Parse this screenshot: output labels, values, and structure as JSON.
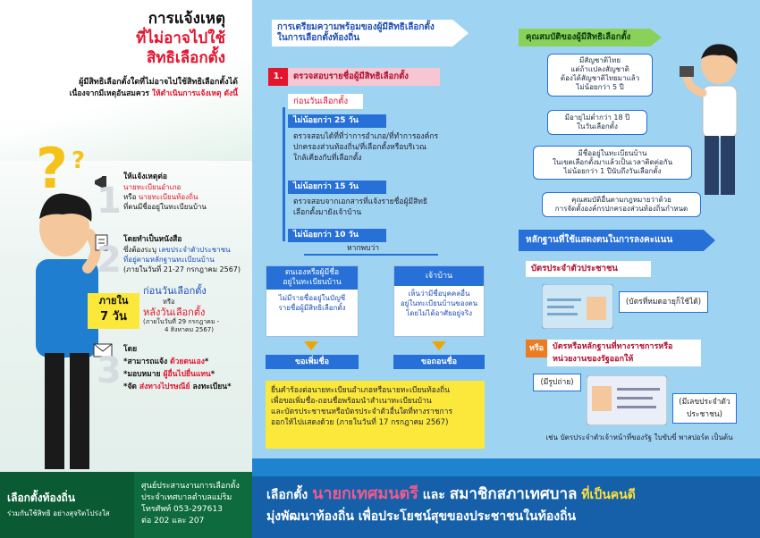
{
  "left": {
    "title1": "การแจ้งเหตุ",
    "title2": "ที่ไม่อาจไปใช้",
    "title3": "สิทธิเลือกตั้ง",
    "intro1": "ผู้มีสิทธิเลือกตั้งใดที่ไม่อาจไปใช้สิทธิเลือกตั้งได้",
    "intro2a": "เนื่องจากมีเหตุอันสมควร",
    "intro2b": "ให้ดำเนินการแจ้งเหตุ ดังนี้",
    "step1": {
      "num": "1",
      "title": "ให้แจ้งเหตุต่อ",
      "l1": "นายทะเบียนอำเภอ",
      "l2pre": "หรือ",
      "l2": "นายทะเบียนท้องถิ่น",
      "l3": "ที่ตนมีชื่ออยู่ในทะเบียนบ้าน"
    },
    "step2": {
      "num": "2",
      "title": "โดยทำเป็นหนังสือ",
      "l1pre": "ซึ่งต้องระบุ",
      "l1": "เลขประจำตัวประชาชน",
      "l2": "ที่อยู่ตามหลักฐานทะเบียนบ้าน",
      "l3": "(ภายในวันที่ 21-27 กรกฎาคม 2567)"
    },
    "within": {
      "line1": "ภายใน",
      "line2": "7 วัน",
      "before": "ก่อนวันเลือกตั้ง",
      "or": "หรือ",
      "after": "หลังวันเลือกตั้ง",
      "range1": "(ภายในวันที่ 29 กรกฎาคม -",
      "range2": "4 สิงหาคม 2567)"
    },
    "step3": {
      "num": "3",
      "title": "โดย",
      "m1a": "*สามารถแจ้ง",
      "m1b": "ด้วยตนเอง",
      "m1c": "*",
      "m2a": "*มอบหมาย",
      "m2b": "ผู้อื่นไปยื่นแทน",
      "m2c": "*",
      "m3a": "*จัด",
      "m3b": "ส่งทางไปรษณีย์",
      "m3c": "ลงทะเบียน*"
    },
    "footer": {
      "title": "เลือกตั้งท้องถิ่น",
      "slogan": "ร่วมกันใช้สิทธิ อย่างสุจริตโปร่งใส",
      "org1": "ศูนย์ประสานงานการเลือกตั้ง",
      "org2": "ประจำเทศบาลตำบลแม่ริม",
      "tel": "โทรศัพท์ 053-297613",
      "ext": "ต่อ 202 และ 207"
    }
  },
  "middle": {
    "header1": "การเตรียมความพร้อมของผู้มีสิทธิเลือกตั้ง",
    "header2": "ในการเลือกตั้งท้องถิ่น",
    "section_num": "1.",
    "section_title": "ตรวจสอบรายชื่อผู้มีสิทธิเลือกตั้ง",
    "before_day": "ก่อนวันเลือกตั้ง",
    "d25": "ไม่น้อยกว่า 25 วัน",
    "d25_text1": "ตรวจสอบได้ที่ที่ว่าการอำเภอ/ที่ทำการองค์กร",
    "d25_text2": "ปกครองส่วนท้องถิ่น/ที่เลือกตั้งหรือบริเวณ",
    "d25_text3": "ใกล้เคียงกับที่เลือกตั้ง",
    "d15": "ไม่น้อยกว่า 15 วัน",
    "d15_text1": "ตรวจสอบจากเอกสารที่แจ้งรายชื่อผู้มีสิทธิ",
    "d15_text2": "เลือกตั้งมายังเจ้าบ้าน",
    "d10": "ไม่น้อยกว่า 10 วัน",
    "if_found": "หากพบว่า",
    "self_title1": "ตนเองหรือผู้มีชื่อ",
    "self_title2": "อยู่ในทะเบียนบ้าน",
    "self_text1": "ไม่มีรายชื่ออยู่ในบัญชี",
    "self_text2": "รายชื่อผู้มีสิทธิเลือกตั้ง",
    "owner_title": "เจ้าบ้าน",
    "owner_text1": "เห็นว่ามีชื่อบุคคลอื่น",
    "owner_text2": "อยู่ในทะเบียนบ้านของตน",
    "owner_text3": "โดยไม่ได้อาศัยอยู่จริง",
    "add_name": "ขอเพิ่มชื่อ",
    "remove_name": "ขอถอนชื่อ",
    "yellow1": "ยื่นคำร้องต่อนายทะเบียนอำเภอหรือนายทะเบียนท้องถิ่น",
    "yellow2": "เพื่อขอเพิ่มชื่อ-ถอนชื่อพร้อมนำสำเนาทะเบียนบ้าน",
    "yellow3": "และบัตรประชาชนหรือบัตรประจำตัวอื่นใดที่ทางราชการ",
    "yellow4": "ออกให้ไปแสดงด้วย (ภายในวันที่ 17 กรกฎาคม 2567)"
  },
  "right": {
    "qual_header": "คุณสมบัติของผู้มีสิทธิเลือกตั้ง",
    "q1a": "มีสัญชาติไทย",
    "q1b": "แต่ถ้าแปลงสัญชาติ",
    "q1c": "ต้องได้สัญชาติไทยมาแล้ว",
    "q1d": "ไม่น้อยกว่า 5 ปี",
    "q2a": "มีอายุไม่ต่ำกว่า 18 ปี",
    "q2b": "ในวันเลือกตั้ง",
    "q3a": "มีชื่ออยู่ในทะเบียนบ้าน",
    "q3b": "ในเขตเลือกตั้งมาแล้วเป็นเวลาติดต่อกัน",
    "q3c": "ไม่น้อยกว่า 1 ปีนับถึงวันเลือกตั้ง",
    "q4a": "คุณสมบัติอื่นตามกฎหมายว่าด้วย",
    "q4b": "การจัดตั้งองค์กรปกครองส่วนท้องถิ่นกำหนด",
    "evidence_header": "หลักฐานที่ใช้แสดงตนในการลงคะแนน",
    "id_card": "บัตรประจำตัวประชาชน",
    "expired": "(บัตรที่หมดอายุก็ใช้ได้)",
    "or": "หรือ",
    "gov_card1": "บัตรหรือหลักฐานที่ทางราชการหรือ",
    "gov_card2": "หน่วยงานของรัฐออกให้",
    "has_photo": "(มีรูปถ่าย)",
    "has_id1": "(มีเลขประจำตัว",
    "has_id2": "ประชาชน)",
    "example": "เช่น บัตรประจำตัวเจ้าหน้าที่ของรัฐ ใบขับขี่ พาสปอร์ต เป็นต้น"
  },
  "banner": {
    "a": "เลือกตั้ง",
    "b": "นายกเทศมนตรี",
    "c": "และ",
    "d": "สมาชิกสภาเทศบาล",
    "e": "ที่เป็นคนดี",
    "line2": "มุ่งพัฒนาท้องถิ่น เพื่อประโยชน์สุขของประชาชนในท้องถิ่น"
  },
  "colors": {
    "accent_red": "#e3142c",
    "accent_blue": "#2670d8",
    "bg_sky": "#9fd3f2",
    "green": "#0d6b3d"
  }
}
